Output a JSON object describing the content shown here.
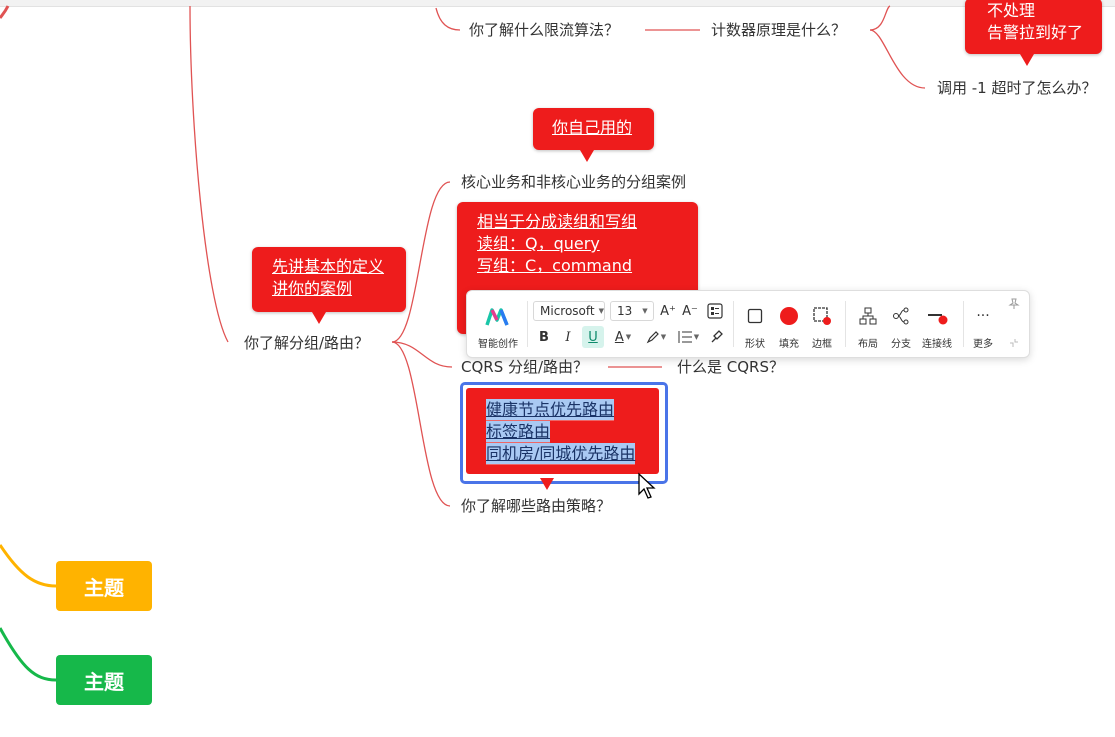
{
  "colors": {
    "red": "#ee1c1c",
    "orange": "#ffb300",
    "green": "#16b84a",
    "link_red": "#e05353",
    "select_blue": "#4a74e8"
  },
  "nodes": {
    "rate_limit": "你了解什么限流算法？",
    "counter": "计数器原理是什么？",
    "timeout": "调用 -1 超时了怎么办？",
    "core_business": "核心业务和非核心业务的分组案例",
    "group_route": "你了解分组/路由？",
    "cqrs": "CQRS 分组/路由？",
    "what_cqrs": "什么是 CQRS？",
    "route_strategy": "你了解哪些路由策略？"
  },
  "callouts": {
    "top_right": [
      "不处理",
      "告警拉到好了"
    ],
    "self_used": [
      "你自己用的"
    ],
    "definition": [
      "先讲基本的定义",
      "讲你的案例"
    ],
    "read_write": [
      "相当于分成读组和写组",
      "读组：Q，query",
      "写组：C，command"
    ],
    "strategies": [
      "健康节点优先路由",
      "标签路由",
      "同机房/同城优先路由"
    ]
  },
  "topics": {
    "orange": "主题",
    "green": "主题"
  },
  "toolbar": {
    "ai_label": "智能创作",
    "font_family": "Microsoft",
    "font_size": "13",
    "bold": "B",
    "italic": "I",
    "underline": "U",
    "font_color": "A",
    "grow": "A⁺",
    "shrink": "A⁻",
    "shape": "形状",
    "fill": "填充",
    "border": "边框",
    "layout": "布局",
    "branch": "分支",
    "connector": "连接线",
    "more": "更多",
    "more_glyph": "···"
  }
}
